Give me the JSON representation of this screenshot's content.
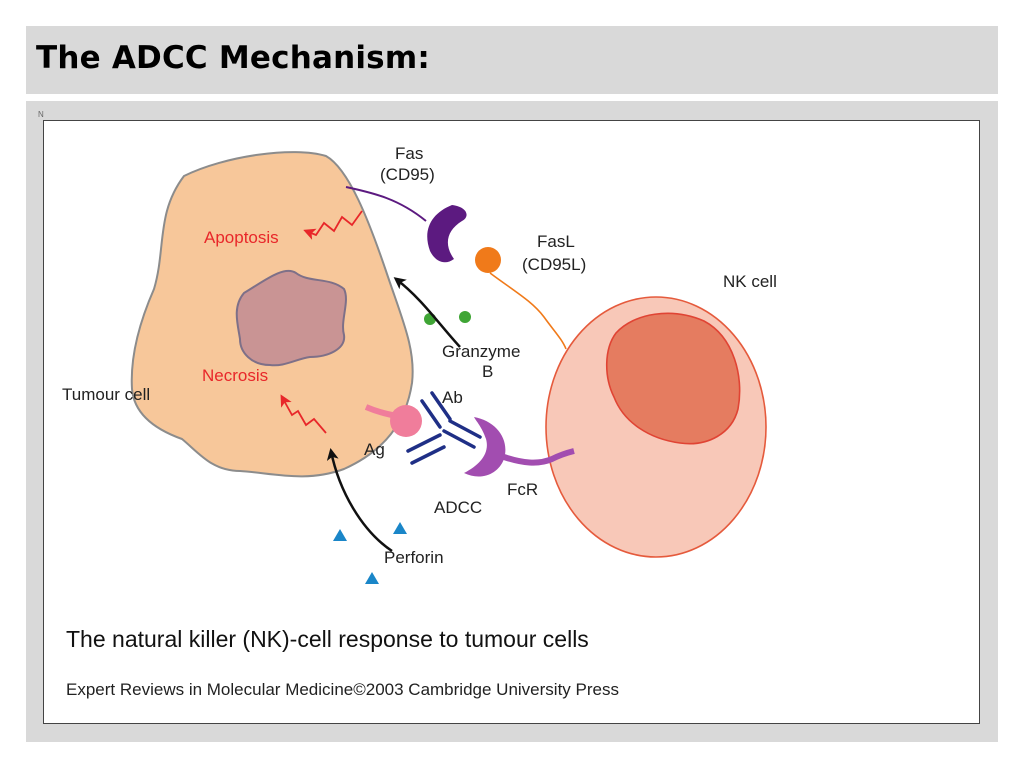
{
  "slide": {
    "title": "The ADCC Mechanism:",
    "corner_mark": "N"
  },
  "figure": {
    "labels": {
      "fas_line1": "Fas",
      "fas_line2": "(CD95)",
      "fasl_line1": "FasL",
      "fasl_line2": "(CD95L)",
      "nk_cell": "NK cell",
      "apoptosis": "Apoptosis",
      "necrosis": "Necrosis",
      "granzyme_line1": "Granzyme",
      "granzyme_line2": "B",
      "tumour_cell": "Tumour cell",
      "ab": "Ab",
      "ag": "Ag",
      "adcc": "ADCC",
      "fcr": "FcR",
      "perforin": "Perforin"
    },
    "caption": "The natural killer (NK)-cell response to tumour cells",
    "credit": "Expert Reviews in Molecular Medicine©2003 Cambridge University Press"
  },
  "colors": {
    "title_bar": "#d9d9d9",
    "tumour_cell_fill": "#f7c79a",
    "tumour_nucleus_fill": "#c99494",
    "nk_cell_fill": "#f8c8b8",
    "nk_nucleus_fill": "#e57c60",
    "nk_outline": "#e55a3c",
    "fas_purple": "#5c1a80",
    "fasl_orange": "#f07a1a",
    "granzyme_green": "#3fa535",
    "perforin_blue": "#1a86c8",
    "antibody_navy": "#1f2f86",
    "antigen_pink": "#f07d9b",
    "fcr_purple": "#a24db0",
    "label_red": "#e8272a"
  }
}
